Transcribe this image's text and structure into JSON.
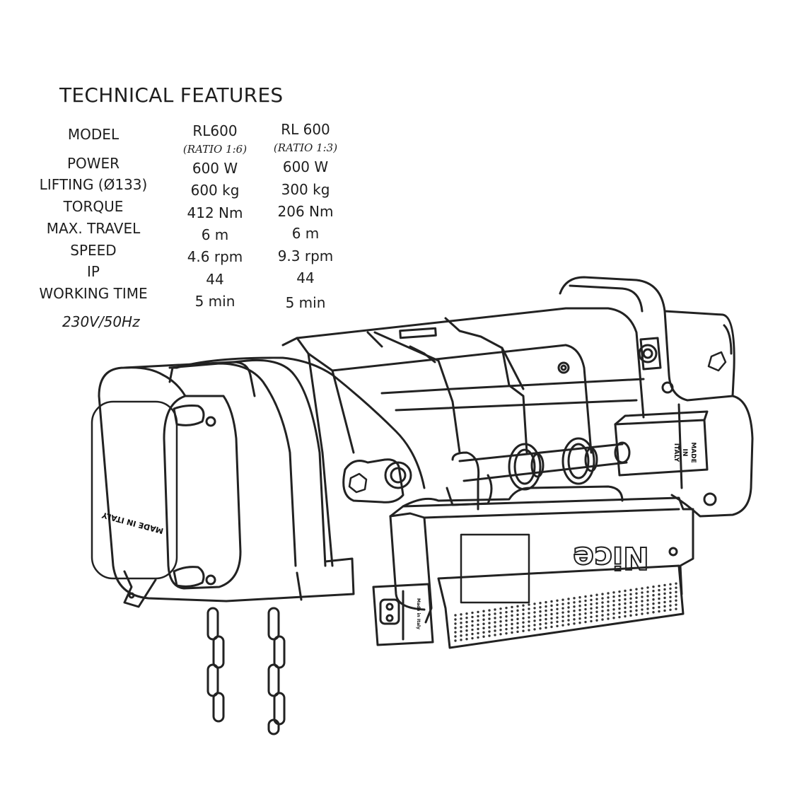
{
  "title": "TECHNICAL FEATURES",
  "labels": {
    "model": "MODEL",
    "power": "POWER",
    "lifting": "LIFTING (Ø133)",
    "torque": "TORQUE",
    "travel": "MAX. TRAVEL",
    "speed": "SPEED",
    "ip": "IP",
    "working_time": "WORKING TIME"
  },
  "models": [
    {
      "name": "RL600",
      "ratio": "(RATIO 1:6)",
      "power": "600 W",
      "lifting": "600 kg",
      "torque": "412 Nm",
      "travel": "6 m",
      "speed": "4.6 rpm",
      "ip": "44",
      "working_time": "5 min"
    },
    {
      "name": "RL 600",
      "ratio": "(RATIO 1:3)",
      "power": "600 W",
      "lifting": "300 kg",
      "torque": "206 Nm",
      "travel": "6 m",
      "speed": "9.3 rpm",
      "ip": "44",
      "working_time": "5 min"
    }
  ],
  "supply": "230V/50Hz",
  "drawing": {
    "brand": "Nice",
    "motor_mark": "MADE IN ITALY",
    "plate_mark": [
      "MADE",
      "IN",
      "ITALY"
    ],
    "connector_mark": "Made in Italy"
  }
}
